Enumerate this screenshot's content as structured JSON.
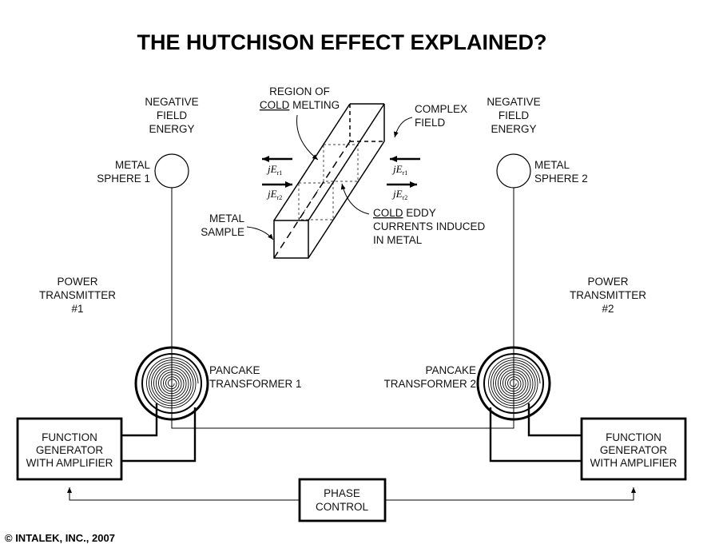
{
  "title": "THE HUTCHISON EFFECT EXPLAINED?",
  "copyright": "© INTALEK, INC., 2007",
  "left_energy": [
    "NEGATIVE",
    "FIELD",
    "ENERGY"
  ],
  "right_energy": [
    "NEGATIVE",
    "FIELD",
    "ENERGY"
  ],
  "sphere1": [
    "METAL",
    "SPHERE 1"
  ],
  "sphere2": [
    "METAL",
    "SPHERE 2"
  ],
  "region": {
    "line1": "REGION OF",
    "line2_u": "COLD",
    "line2_rest": " MELTING"
  },
  "complex": [
    "COMPLEX",
    "FIELD"
  ],
  "sample": [
    "METAL",
    "SAMPLE"
  ],
  "eddy": {
    "line1_u": "COLD",
    "line1_rest": " EDDY",
    "line2": "CURRENTS INDUCED",
    "line3": "IN METAL"
  },
  "math": {
    "base": "jE",
    "sub1": "r1",
    "sub2": "r2"
  },
  "tx1": [
    "POWER",
    "TRANSMITTER",
    "#1"
  ],
  "tx2": [
    "POWER",
    "TRANSMITTER",
    "#2"
  ],
  "pancake1": [
    "PANCAKE",
    "TRANSFORMER 1"
  ],
  "pancake2": [
    "PANCAKE",
    "TRANSFORMER 2"
  ],
  "gen1": [
    "FUNCTION",
    "GENERATOR",
    "WITH AMPLIFIER"
  ],
  "gen2": [
    "FUNCTION",
    "GENERATOR",
    "WITH AMPLIFIER"
  ],
  "phase": [
    "PHASE",
    "CONTROL"
  ]
}
